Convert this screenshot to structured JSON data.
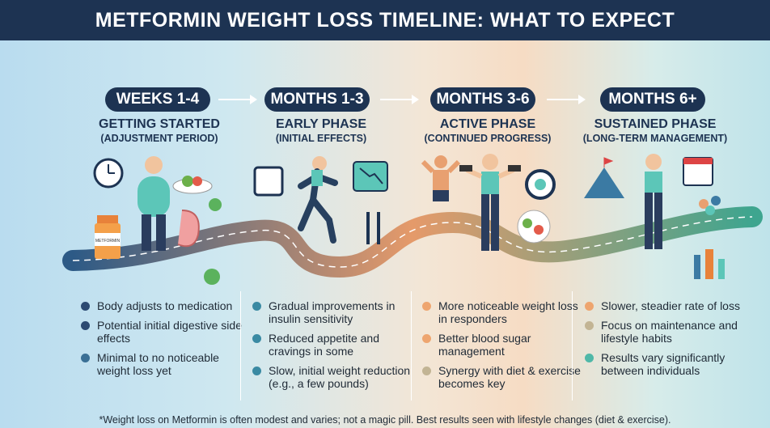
{
  "title": "METFORMIN WEIGHT LOSS TIMELINE: WHAT TO EXPECT",
  "colors": {
    "navy": "#1d3352",
    "blue_dot": "#2c4a72",
    "teal_dot": "#3a8aa3",
    "orange_dot": "#eea56f",
    "khaki_dot": "#c2b494",
    "green_dot": "#4fb8a8"
  },
  "bottle_label": "METFORMIN",
  "phases": [
    {
      "pill": "WEEKS 1-4",
      "title": "GETTING STARTED",
      "subtitle": "(ADJUSTMENT PERIOD)",
      "icons": [
        "clock-icon",
        "person-icon",
        "salad-icon",
        "stomach-icon",
        "pill-bottle-icon",
        "check-icon"
      ],
      "bullets": [
        "Body adjusts to medication",
        "Potential initial digestive side effects",
        "Minimal to no noticeable weight loss yet"
      ]
    },
    {
      "pill": "MONTHS 1-3",
      "title": "EARLY PHASE",
      "subtitle": "(INITIAL EFFECTS)",
      "icons": [
        "scale-icon",
        "runner-icon",
        "trend-down-icon",
        "fork-knife-icon"
      ],
      "bullets": [
        "Gradual improvements in insulin sensitivity",
        "Reduced appetite and cravings in some",
        "Slow, initial weight reduction (e.g., a few pounds)"
      ]
    },
    {
      "pill": "MONTHS 3-6",
      "title": "ACTIVE PHASE",
      "subtitle": "(CONTINUED PROGRESS)",
      "icons": [
        "strong-person-icon",
        "dumbbell-person-icon",
        "target-icon",
        "salad-bowl-icon"
      ],
      "bullets": [
        "More noticeable weight loss in responders",
        "Better blood sugar management",
        "Synergy with diet & exercise becomes key"
      ]
    },
    {
      "pill": "MONTHS 6+",
      "title": "SUSTAINED PHASE",
      "subtitle": "(LONG-TERM MANAGEMENT)",
      "icons": [
        "mountain-flag-icon",
        "person-icon",
        "calendar-icon",
        "group-icon",
        "family-icon"
      ],
      "bullets": [
        "Slower, steadier rate of loss",
        "Focus on maintenance and lifestyle habits",
        "Results vary significantly between individuals"
      ]
    }
  ],
  "footnote": "*Weight loss on Metformin is often modest and varies; not a magic pill. Best results seen with lifestyle changes (diet & exercise)."
}
